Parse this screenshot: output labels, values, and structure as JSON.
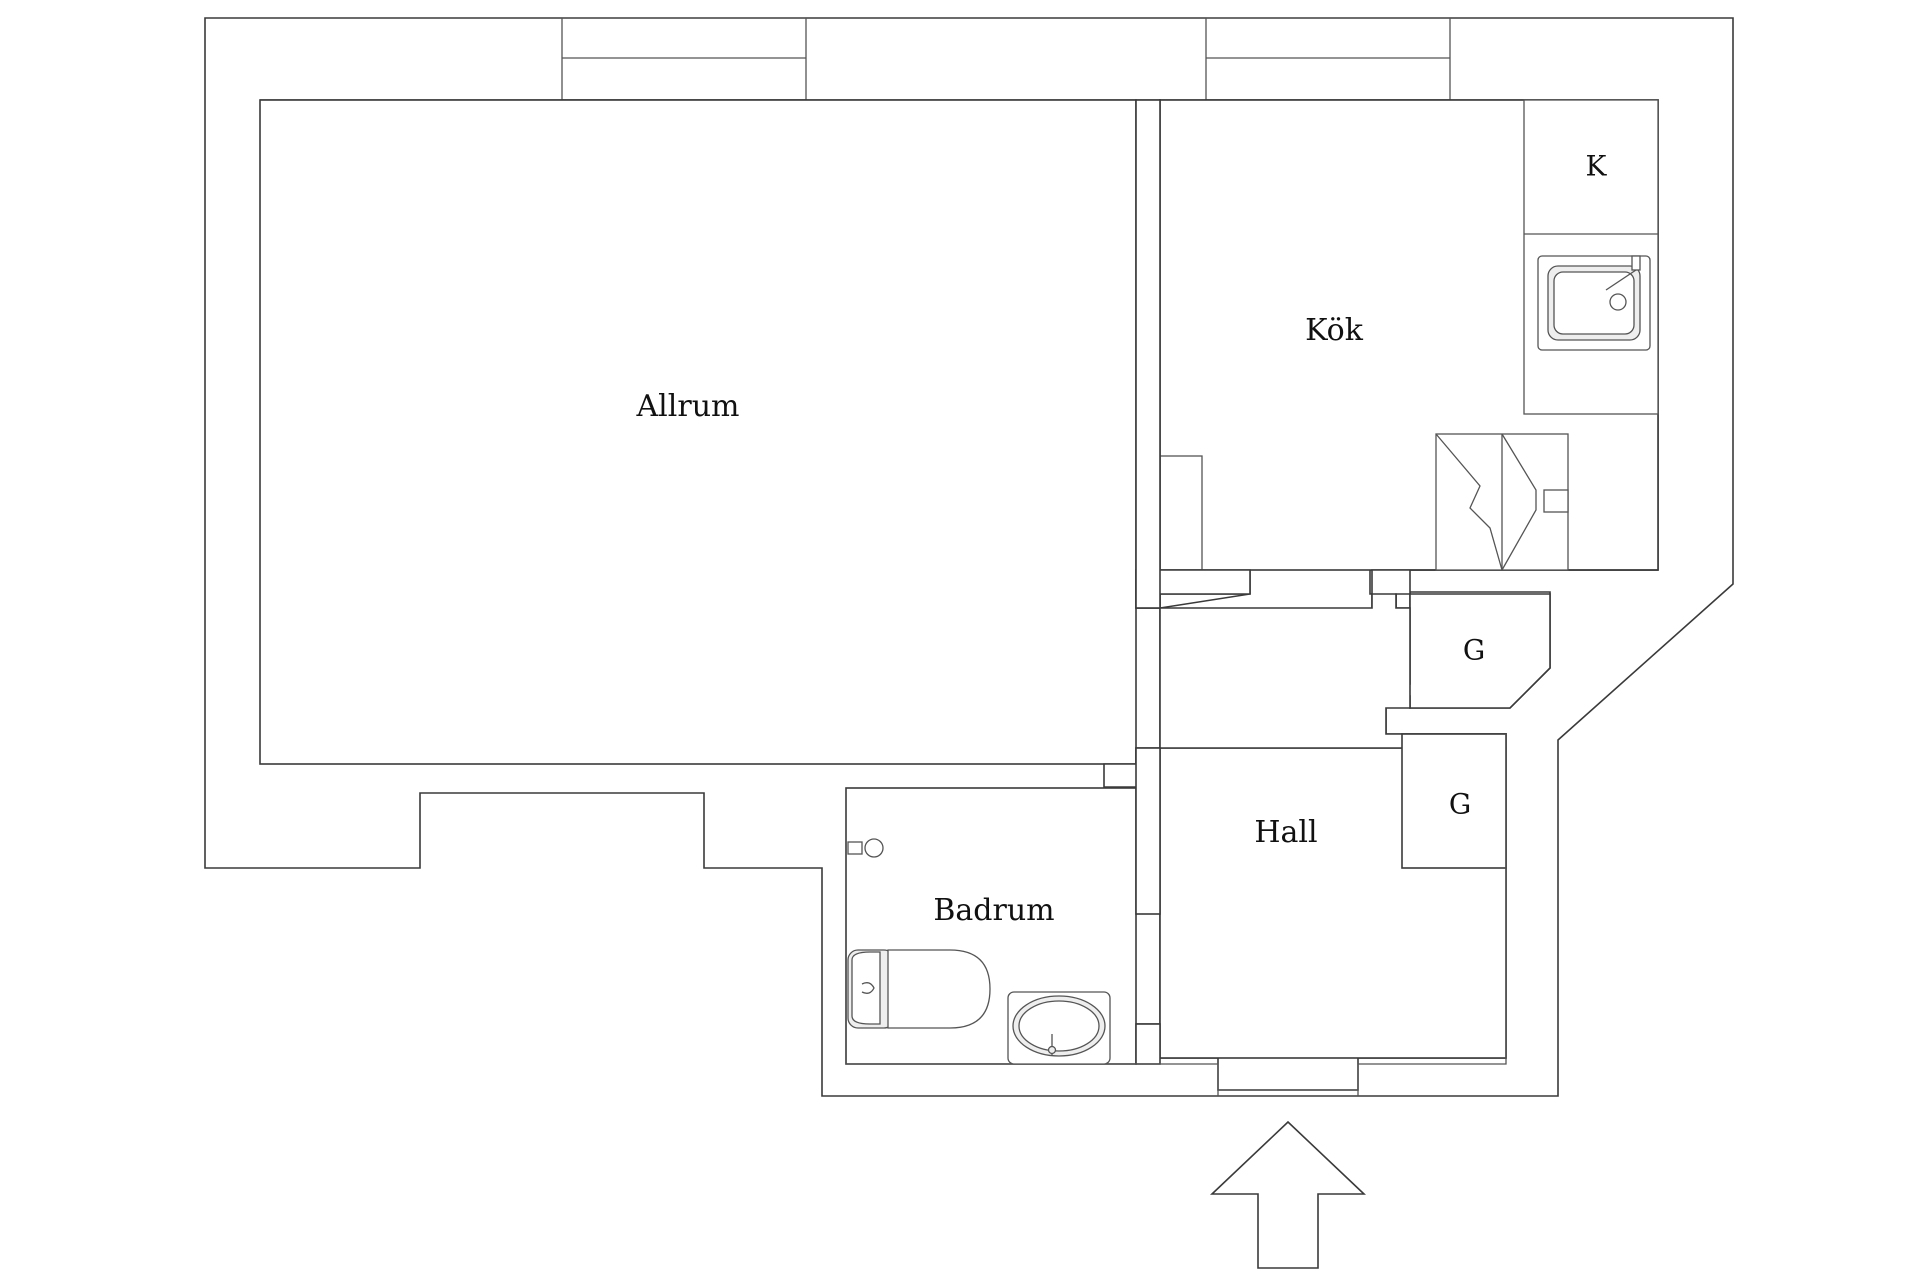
{
  "rooms": {
    "allrum": "Allrum",
    "kok": "Kök",
    "k": "K",
    "g1": "G",
    "g2": "G",
    "hall": "Hall",
    "badrum": "Badrum"
  },
  "colors": {
    "line": "#3a3a3a",
    "background": "#ffffff"
  }
}
